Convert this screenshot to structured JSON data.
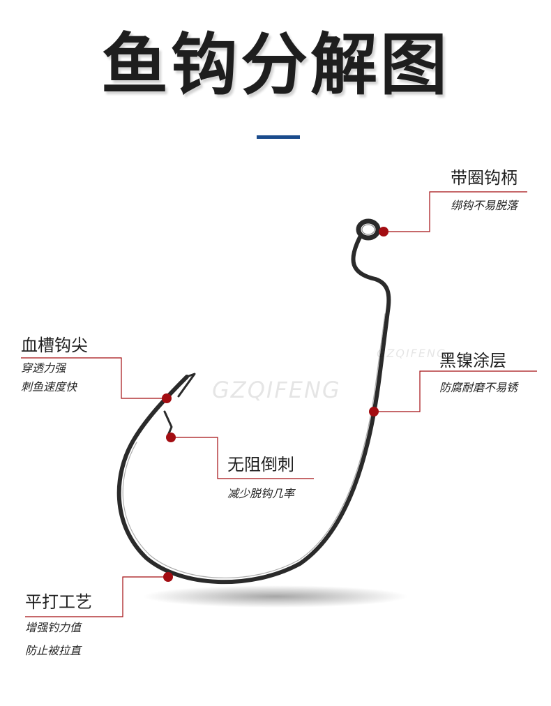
{
  "title": "鱼钩分解图",
  "watermark": "GZQIFENG",
  "colors": {
    "title_bar": "#1a4b8c",
    "callout": "#a30d12",
    "hook": "#2a2a2a"
  },
  "callouts": {
    "eye": {
      "label": "带圈钩柄",
      "lines": [
        "绑钩不易脱落"
      ]
    },
    "point": {
      "label": "血槽钩尖",
      "lines": [
        "穿透力强",
        "刺鱼速度快"
      ]
    },
    "coating": {
      "label": "黑镍涂层",
      "lines": [
        "防腐耐磨不易锈"
      ]
    },
    "barb": {
      "label": "无阻倒刺",
      "lines": [
        "减少脱钩几率"
      ]
    },
    "forged": {
      "label": "平打工艺",
      "lines": [
        "增强钓力值",
        "防止被拉直"
      ]
    }
  }
}
